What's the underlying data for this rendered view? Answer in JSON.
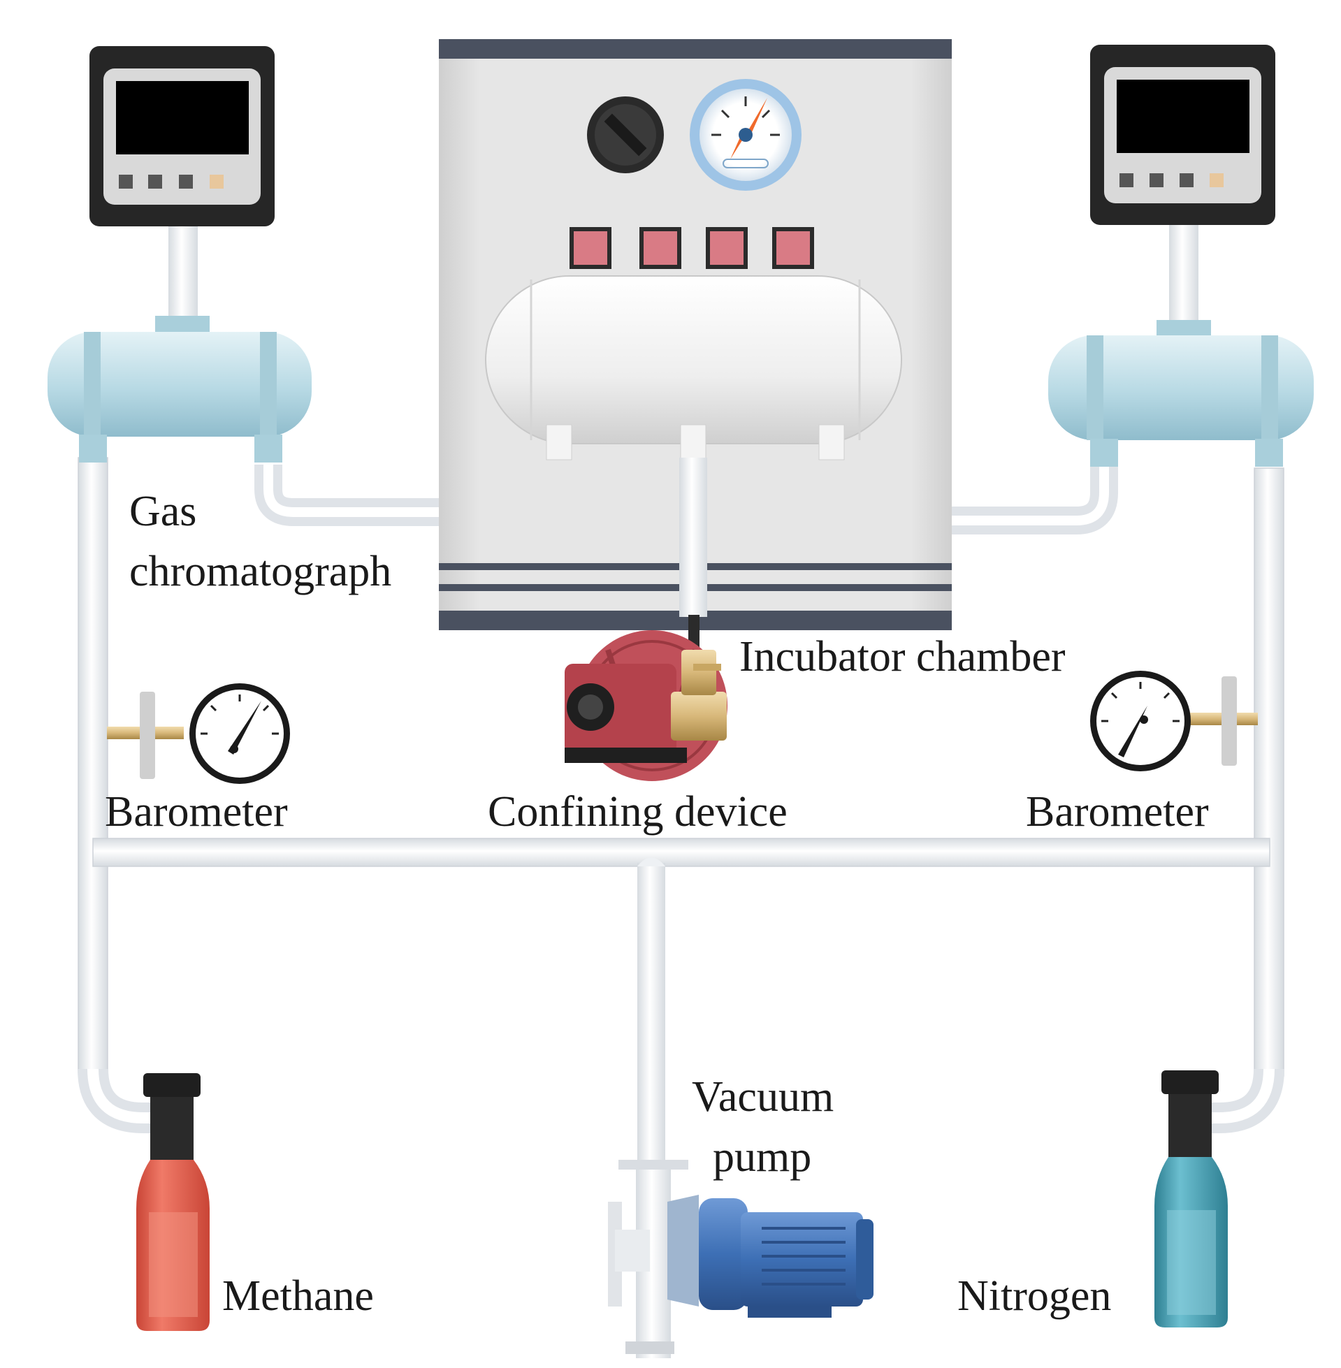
{
  "labels": {
    "gas_chromatograph_line1": "Gas",
    "gas_chromatograph_line2": "chromatograph",
    "incubator_chamber": "Incubator chamber",
    "barometer_left": "Barometer",
    "barometer_right": "Barometer",
    "confining_device": "Confining device",
    "vacuum_pump_line1": "Vacuum",
    "vacuum_pump_line2": "pump",
    "methane": "Methane",
    "nitrogen": "Nitrogen"
  },
  "colors": {
    "pipe": "#eef1f4",
    "pipe_edge": "#c9ced4",
    "tank_left_right": "#bcdce6",
    "incubator_panel": "#e3e3e3",
    "incubator_stripe": "#4a5160",
    "indicator_square": "#d97b85",
    "methane_bottle": "#e05a4a",
    "nitrogen_bottle": "#3e95a8",
    "vacuum_motor": "#3d6fb5",
    "confining_pump": "#c0505a",
    "brass_fitting": "#d8b87a"
  },
  "icons": {
    "monitor": "digital-display-icon",
    "dial": "pressure-dial-icon",
    "knob": "control-knob-icon",
    "cylinder": "gas-cylinder-icon",
    "pump": "pump-icon"
  }
}
